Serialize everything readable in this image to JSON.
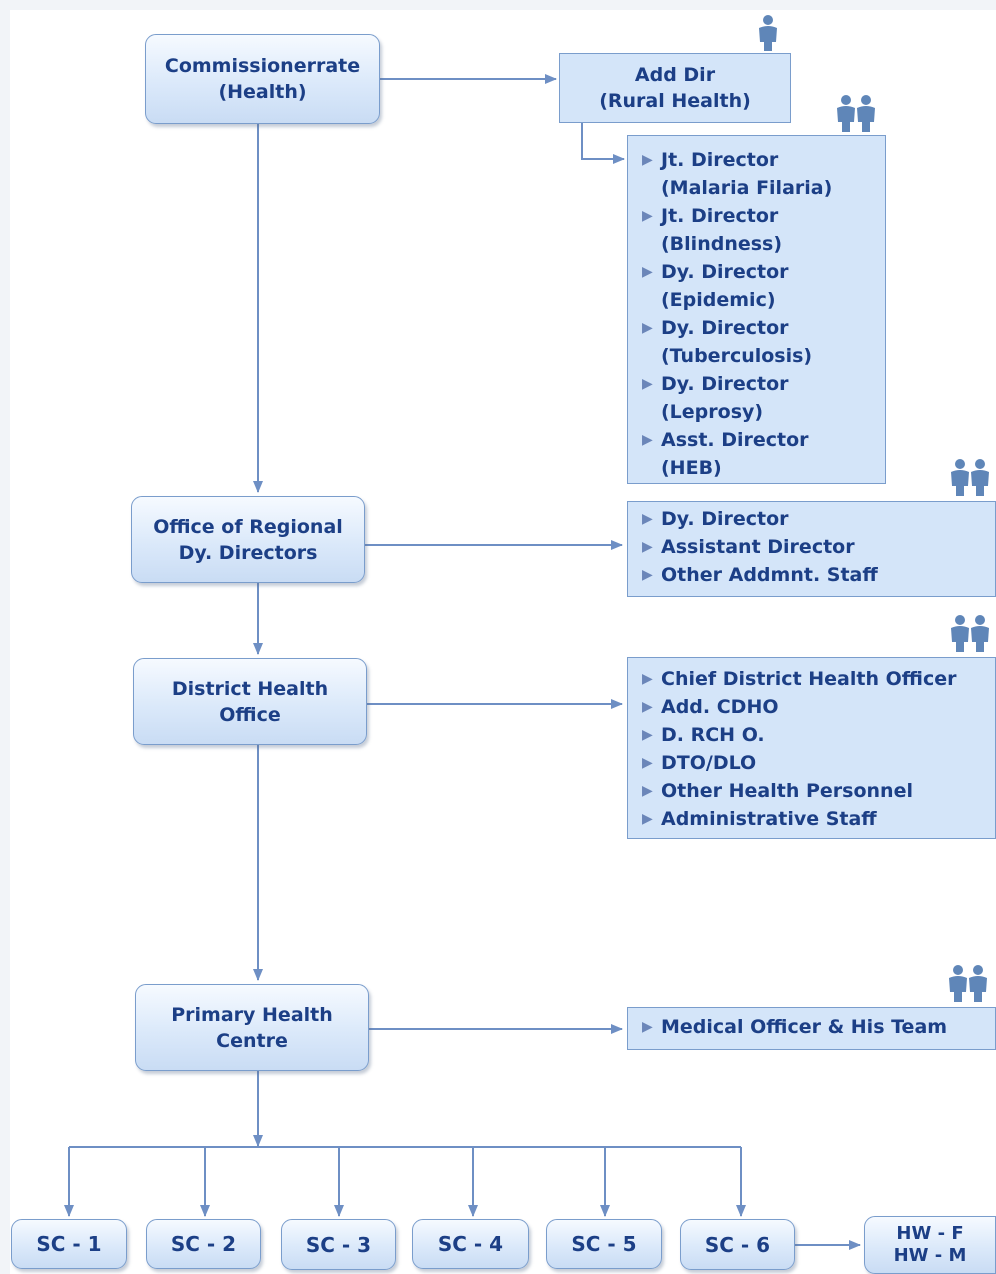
{
  "nodes": {
    "commissionerate": [
      "Commissionerrate",
      "(Health)"
    ],
    "add_dir": [
      "Add Dir",
      "(Rural Health)"
    ],
    "regional": [
      "Office of Regional",
      "Dy. Directors"
    ],
    "district": [
      "District Health",
      "Office"
    ],
    "phc": [
      "Primary Health",
      "Centre"
    ],
    "hw": [
      "HW - F",
      "HW - M"
    ]
  },
  "lists": {
    "add_dir_staff": [
      "Jt. Director",
      "(Malaria Filaria)",
      "Jt. Director",
      "(Blindness)",
      "Dy. Director",
      "(Epidemic)",
      "Dy. Director",
      "(Tuberculosis)",
      "Dy. Director",
      "(Leprosy)",
      "Asst. Director",
      "(HEB)"
    ],
    "regional_staff": [
      "Dy. Director",
      "Assistant Director",
      "Other Addmnt. Staff"
    ],
    "district_staff": [
      "Chief District Health Officer",
      "Add. CDHO",
      "D. RCH O.",
      "DTO/DLO",
      "Other Health Personnel",
      "Administrative Staff"
    ],
    "phc_staff": [
      "Medical Officer & His Team"
    ]
  },
  "sub_centres": [
    "SC - 1",
    "SC - 2",
    "SC - 3",
    "SC - 4",
    "SC - 5",
    "SC - 6"
  ],
  "icons": {
    "single": "person-icon",
    "group": "people-icon"
  },
  "colors": {
    "text": "#1c3f86",
    "line": "#6e8fc4",
    "box_fill": "#d4e5f9",
    "icon": "#5f86b8"
  }
}
